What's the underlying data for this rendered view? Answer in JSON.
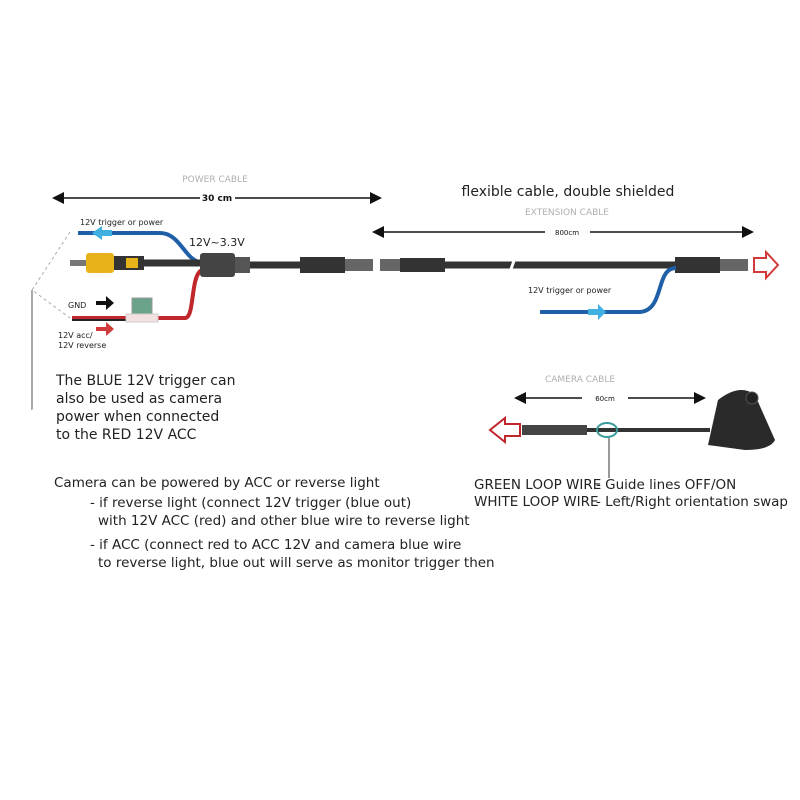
{
  "power_cable": {
    "title": "POWER CABLE",
    "length": "30 cm",
    "voltage": "12V~3.3V",
    "trigger_label": "12V  trigger or power",
    "gnd_label": "GND",
    "acc_label_1": "12V acc/",
    "acc_label_2": "12V reverse"
  },
  "extension_cable": {
    "heading": "flexible cable, double shielded",
    "title": "EXTENSION CABLE",
    "length": "800cm",
    "trigger_label": "12V  trigger or power"
  },
  "camera_cable": {
    "title": "CAMERA CABLE",
    "length": "60cm",
    "green_loop": "GREEN LOOP WIRE",
    "green_desc": "- Guide lines OFF/ON",
    "white_loop": "WHITE LOOP WIRE",
    "white_desc": "- Left/Right orientation swap"
  },
  "blue_note": [
    "The BLUE 12V trigger can",
    "also be used as camera",
    "power when connected",
    "to the RED 12V ACC"
  ],
  "power_note": {
    "line1": "Camera can be powered by ACC or reverse light",
    "line2": "- if reverse light (connect 12V trigger (blue out)",
    "line3": "with 12V ACC (red) and other blue wire to reverse light",
    "line4": "- if ACC (connect red to ACC 12V and camera blue wire",
    "line5": "to reverse light, blue out will serve as monitor trigger then"
  },
  "colors": {
    "blue_wire": "#1f5fa8",
    "red_wire": "#c0272d",
    "arrow_red": "#d23a3a",
    "arrow_blue": "#3fb0e0",
    "cable": "#333333",
    "rca": "#e8b21a"
  }
}
